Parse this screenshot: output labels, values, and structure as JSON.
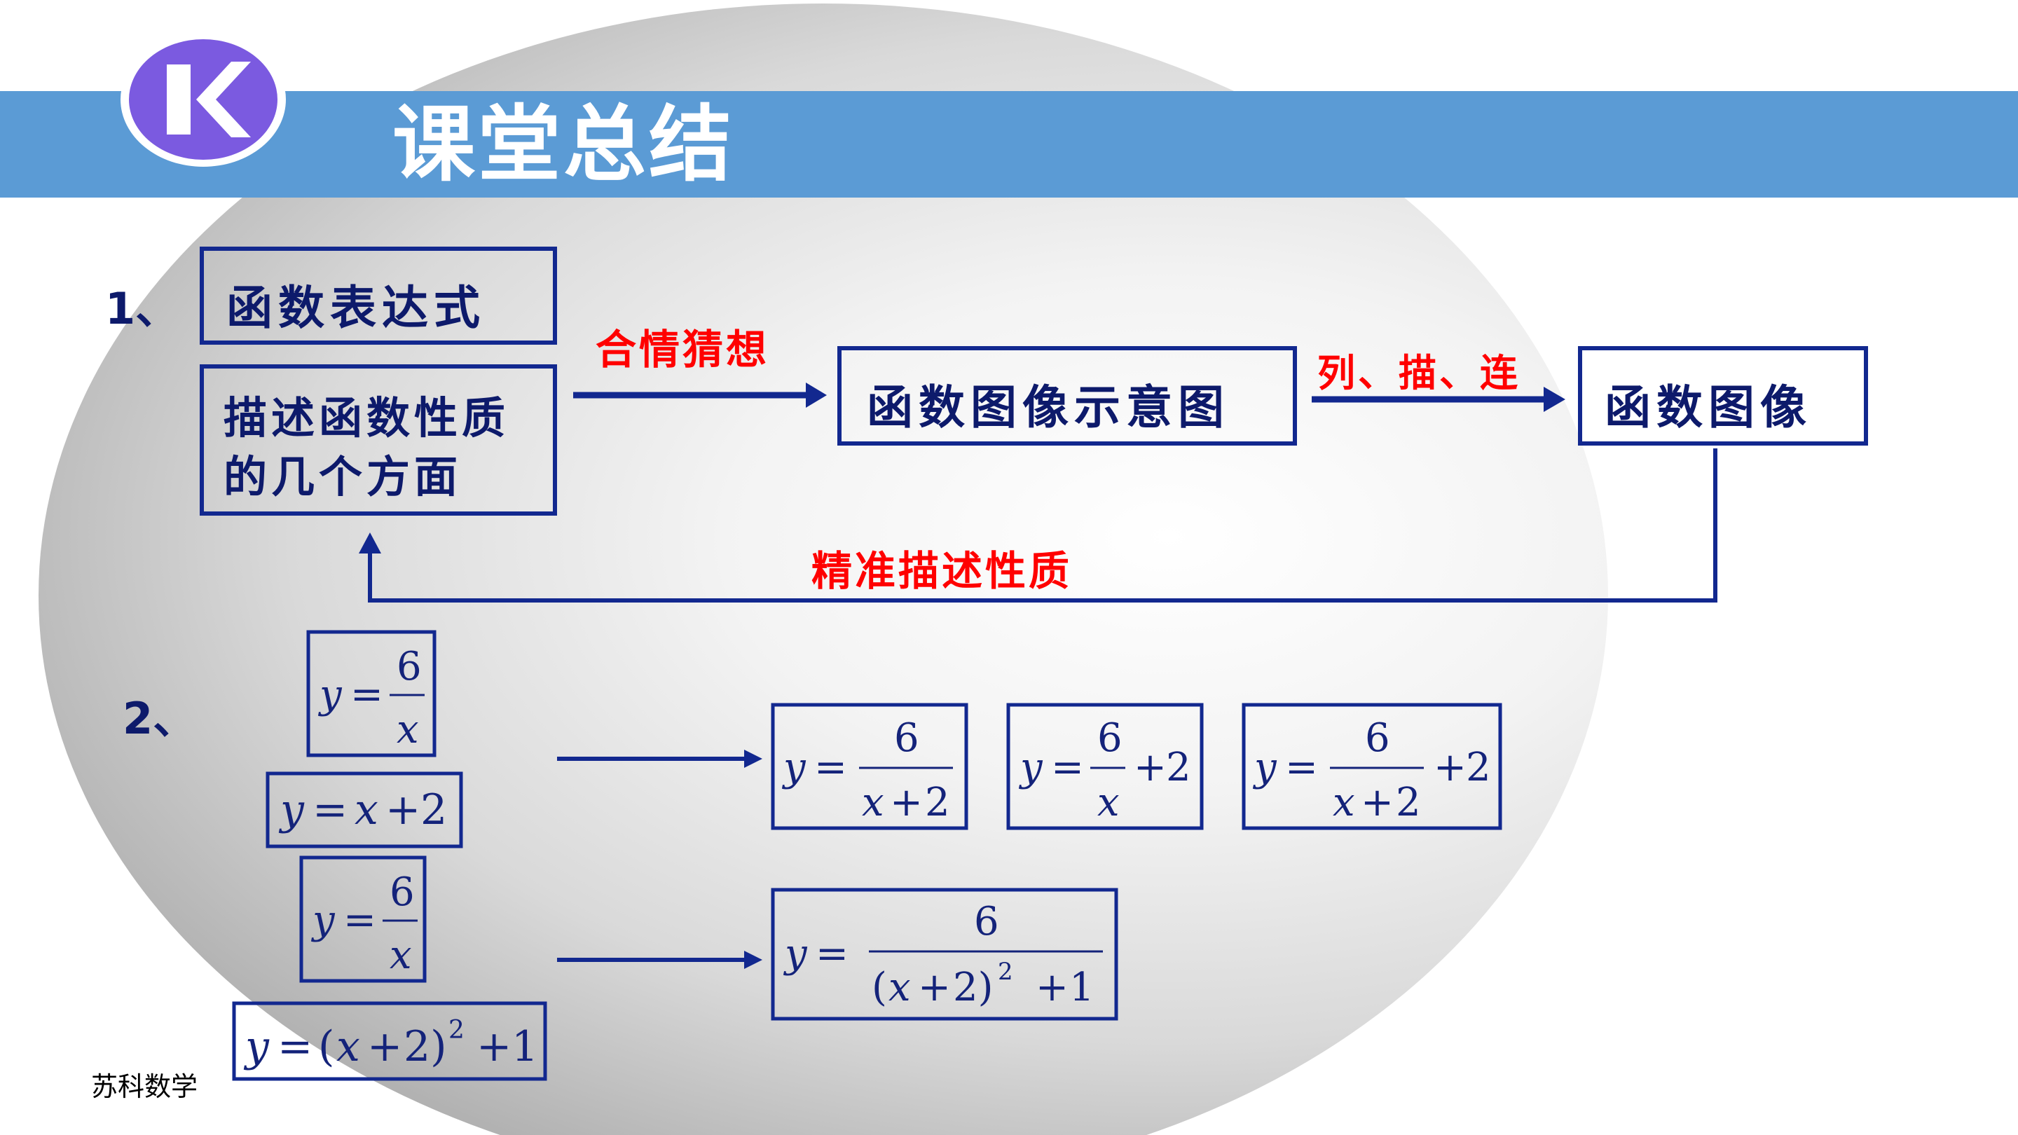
{
  "header": {
    "title": "课堂总结",
    "logo_letter": "K",
    "colors": {
      "banner": "#5b9bd5",
      "logo": "#7b5ae0"
    }
  },
  "section1": {
    "number": "1、",
    "box_expression": "函数表达式",
    "box_properties": [
      "描述函数性质",
      "的几个方面"
    ],
    "arrow1_label": "合情猜想",
    "box_sketch": "函数图像示意图",
    "arrow2_label": "列、描、连",
    "box_graph": "函数图像",
    "feedback_label": "精准描述性质"
  },
  "section2": {
    "number": "2、",
    "group1_inputs": [
      "y = 6/x",
      "y = x + 2"
    ],
    "group1_outputs": [
      "y = 6/(x+2)",
      "y = 6/x + 2",
      "y = 6/(x+2) + 2"
    ],
    "group2_inputs": [
      "y = 6/x",
      "y = (x+2)² + 1"
    ],
    "group2_outputs": [
      "y = 6/((x+2)² + 1)"
    ]
  },
  "footer": {
    "text": "苏科数学"
  },
  "colors": {
    "box_border": "#12288f",
    "text_dark": "#0d1a6b",
    "accent_red": "#ff0000"
  }
}
